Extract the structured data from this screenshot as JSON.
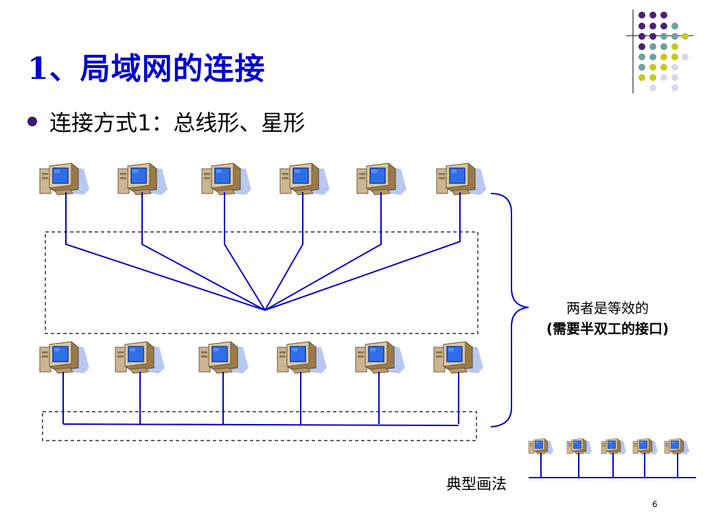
{
  "slide": {
    "title": "1、局域网的连接",
    "bullet": "连接方式1：总线形、星形",
    "equivalent_line1": "两者是等效的",
    "equivalent_line2": "(需要半双工的接口)",
    "typical_label": "典型画法",
    "page_number": "6"
  },
  "colors": {
    "title": "#0000cc",
    "line": "#0000cc",
    "bullet": "#3a1a6e",
    "dot_purple": "#4b2170",
    "dot_teal": "#6fa0a0",
    "dot_yellow": "#c8c820",
    "dot_lavender": "#d8d8ec"
  },
  "icons": [
    "computer-icon"
  ]
}
